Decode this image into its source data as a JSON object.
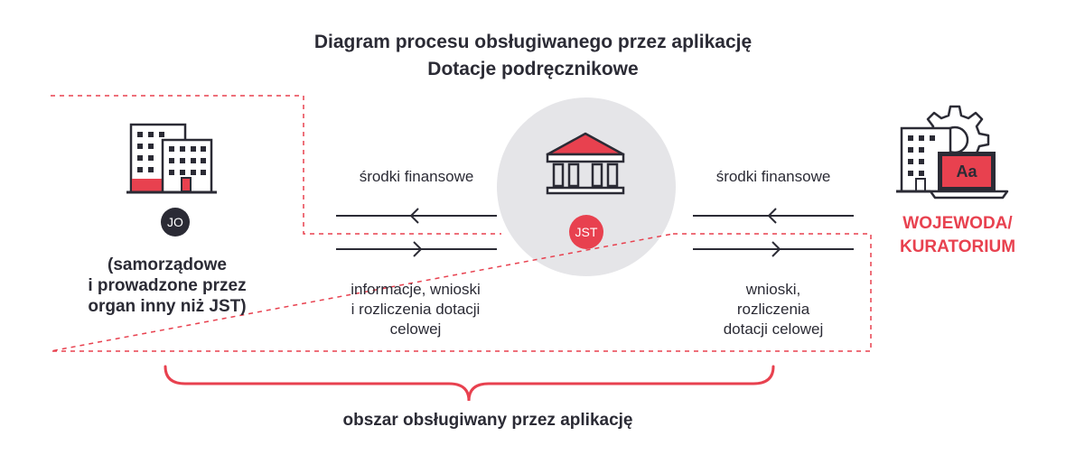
{
  "title_line1": "Diagram procesu obsługiwanego przez aplikację",
  "title_line2": "Dotacje podręcznikowe",
  "left": {
    "badge": "JO",
    "description_lines": [
      "(samorządowe",
      "i prowadzone przez",
      "organ inny niż JST)"
    ]
  },
  "center": {
    "badge": "JST"
  },
  "right": {
    "icon_text": "Aa",
    "label_lines": [
      "WOJEWODA/",
      "KURATORIUM"
    ]
  },
  "flows": {
    "left_top_label": "środki finansowe",
    "left_bottom_lines": [
      "informacje, wnioski",
      "i rozliczenia dotacji",
      "celowej"
    ],
    "right_top_label": "środki finansowe",
    "right_bottom_lines": [
      "wnioski,",
      "rozliczenia",
      "dotacji celowej"
    ]
  },
  "footer": "obszar obsługiwany przez aplikację",
  "colors": {
    "accent": "#e8414f",
    "dark": "#2b2b35",
    "circle": "#e5e5e8"
  }
}
